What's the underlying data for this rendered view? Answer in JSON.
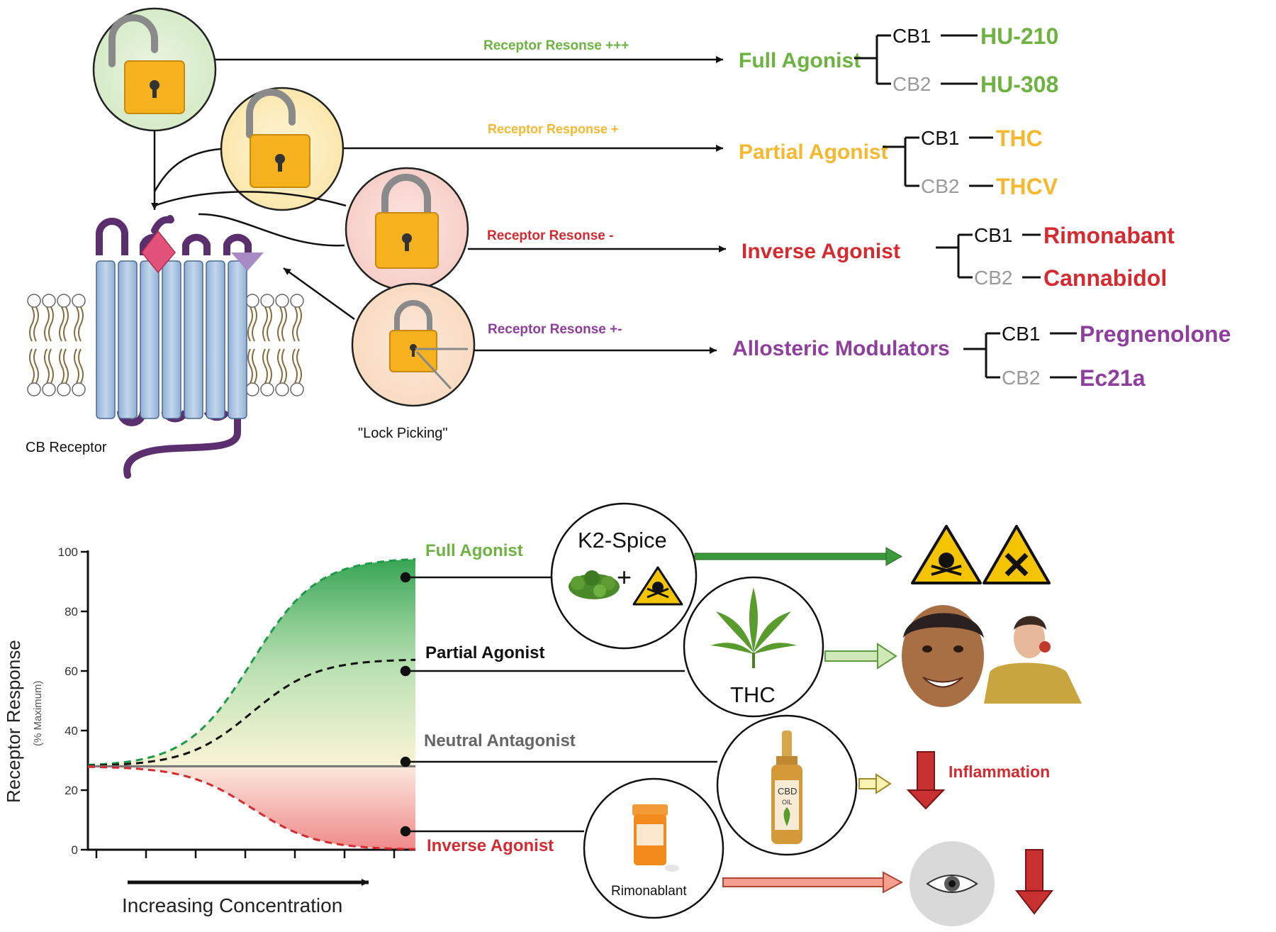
{
  "colors": {
    "full": "#6cb33f",
    "partial": "#f5b82e",
    "inverse": "#d42a30",
    "allosteric": "#8e3e9c",
    "cb2": "#9a9a9a",
    "black": "#111111",
    "lock_body": "#f5b21e",
    "receptor_blue": "#a9c1df",
    "loop_purple": "#5b2f6e"
  },
  "top": {
    "rows": [
      {
        "key": "full",
        "response_label": "Receptor Resonse +++",
        "class_label": "Full Agonist",
        "cb1_label": "CB1",
        "cb2_label": "CB2",
        "cb1_ligand": "HU-210",
        "cb2_ligand": "HU-308",
        "lock_state": "open",
        "lock_icon": "unlocked-padlock-icon"
      },
      {
        "key": "partial",
        "response_label": "Receptor Response +",
        "class_label": "Partial Agonist",
        "cb1_label": "CB1",
        "cb2_label": "CB2",
        "cb1_ligand": "THC",
        "cb2_ligand": "THCV",
        "lock_state": "open",
        "lock_icon": "unlocked-padlock-icon"
      },
      {
        "key": "inverse",
        "response_label": "Receptor Resonse -",
        "class_label": "Inverse Agonist",
        "cb1_label": "CB1",
        "cb2_label": "CB2",
        "cb1_ligand": "Rimonabant",
        "cb2_ligand": "Cannabidol",
        "lock_state": "closed",
        "lock_icon": "locked-padlock-icon"
      },
      {
        "key": "allosteric",
        "response_label": "Receptor Resonse +-",
        "class_label": "Allosteric Modulators",
        "cb1_label": "CB1",
        "cb2_label": "CB2",
        "cb1_ligand": "Pregnenolone",
        "cb2_ligand": "Ec21a",
        "lock_state": "picked",
        "lock_icon": "lock-picking-icon"
      }
    ],
    "receptor_label": "CB Receptor",
    "lock_picking_label": "\"Lock Picking\""
  },
  "chart_data": {
    "type": "line",
    "ylabel": "Receptor Response",
    "ylabel_sub": "(% Maximum)",
    "xlabel": "Increasing Concentration",
    "ylim": [
      0,
      100
    ],
    "yticks": [
      0,
      20,
      40,
      60,
      80,
      100
    ],
    "series": [
      {
        "name": "Full Agonist",
        "key": "full",
        "baseline": 28,
        "plateau": 98
      },
      {
        "name": "Partial Agonist",
        "key": "partial",
        "baseline": 28,
        "plateau": 64
      },
      {
        "name": "Neutral  Antagonist",
        "key": "neutral",
        "baseline": 28,
        "plateau": 28
      },
      {
        "name": "Inverse  Agonist",
        "key": "inverse",
        "baseline": 28,
        "plateau": 0
      }
    ]
  },
  "bottom": {
    "k2_label": "K2-Spice",
    "k2_plus": "+",
    "thc_label": "THC",
    "cbd_label": "CBD",
    "cbd_sub": "OIL",
    "rimonabant_label": "Rimonablant",
    "inflammation_label": "Inflammation",
    "icons": {
      "spice": "herb-pile-icon",
      "toxic": "skull-hazard-icon",
      "harmful": "x-hazard-icon",
      "leaf": "cannabis-leaf-icon",
      "face": "smiling-face-icon",
      "eater": "person-eating-icon",
      "bottle": "dropper-bottle-icon",
      "pill": "pill-bottle-icon",
      "down": "down-arrow-icon",
      "eye": "eye-icon"
    }
  }
}
